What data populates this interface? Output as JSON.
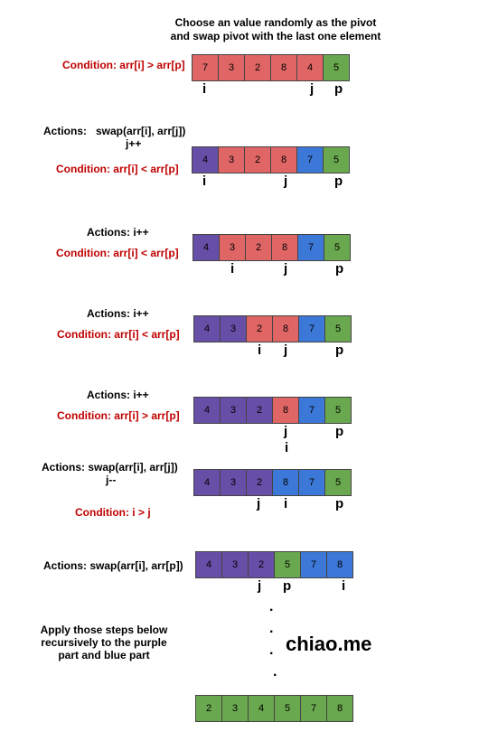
{
  "title_line1": "Choose an value randomly as the pivot",
  "title_line2": "and swap pivot with the last one element",
  "steps": [
    {
      "condition": "Condition: arr[i] > arr[p]",
      "cells": [
        {
          "v": "7",
          "c": "red"
        },
        {
          "v": "3",
          "c": "red"
        },
        {
          "v": "2",
          "c": "red"
        },
        {
          "v": "8",
          "c": "red"
        },
        {
          "v": "4",
          "c": "red"
        },
        {
          "v": "5",
          "c": "green"
        }
      ],
      "pointers": [
        "i",
        "j",
        "p"
      ]
    },
    {
      "action1": "Actions:   swap(arr[i], arr[j])",
      "action2": "j++",
      "condition": "Condition: arr[i] < arr[p]",
      "cells": [
        {
          "v": "4",
          "c": "purple"
        },
        {
          "v": "3",
          "c": "red"
        },
        {
          "v": "2",
          "c": "red"
        },
        {
          "v": "8",
          "c": "red"
        },
        {
          "v": "7",
          "c": "blue"
        },
        {
          "v": "5",
          "c": "green"
        }
      ],
      "pointers": [
        "i",
        "j",
        "p"
      ]
    },
    {
      "action1": "Actions: i++",
      "condition": "Condition: arr[i] < arr[p]",
      "cells": [
        {
          "v": "4",
          "c": "purple"
        },
        {
          "v": "3",
          "c": "red"
        },
        {
          "v": "2",
          "c": "red"
        },
        {
          "v": "8",
          "c": "red"
        },
        {
          "v": "7",
          "c": "blue"
        },
        {
          "v": "5",
          "c": "green"
        }
      ],
      "pointers": [
        "i",
        "j",
        "p"
      ]
    },
    {
      "action1": "Actions: i++",
      "condition": "Condition: arr[i] < arr[p]",
      "cells": [
        {
          "v": "4",
          "c": "purple"
        },
        {
          "v": "3",
          "c": "purple"
        },
        {
          "v": "2",
          "c": "red"
        },
        {
          "v": "8",
          "c": "red"
        },
        {
          "v": "7",
          "c": "blue"
        },
        {
          "v": "5",
          "c": "green"
        }
      ],
      "pointers": [
        "i",
        "j",
        "p"
      ]
    },
    {
      "action1": "Actions: i++",
      "condition": "Condition: arr[i] > arr[p]",
      "cells": [
        {
          "v": "4",
          "c": "purple"
        },
        {
          "v": "3",
          "c": "purple"
        },
        {
          "v": "2",
          "c": "purple"
        },
        {
          "v": "8",
          "c": "red"
        },
        {
          "v": "7",
          "c": "blue"
        },
        {
          "v": "5",
          "c": "green"
        }
      ],
      "pointers": [
        "j",
        "i",
        "p"
      ]
    },
    {
      "action1": "Actions: swap(arr[i], arr[j])",
      "action2": "j--",
      "condition": "Condition: i > j",
      "cells": [
        {
          "v": "4",
          "c": "purple"
        },
        {
          "v": "3",
          "c": "purple"
        },
        {
          "v": "2",
          "c": "purple"
        },
        {
          "v": "8",
          "c": "blue"
        },
        {
          "v": "7",
          "c": "blue"
        },
        {
          "v": "5",
          "c": "green"
        }
      ],
      "pointers": [
        "j",
        "i",
        "p"
      ]
    },
    {
      "action1": "Actions: swap(arr[i], arr[p])",
      "cells": [
        {
          "v": "4",
          "c": "purple"
        },
        {
          "v": "3",
          "c": "purple"
        },
        {
          "v": "2",
          "c": "purple"
        },
        {
          "v": "5",
          "c": "green"
        },
        {
          "v": "7",
          "c": "blue"
        },
        {
          "v": "8",
          "c": "blue"
        }
      ],
      "pointers": [
        "j",
        "p",
        "i"
      ]
    }
  ],
  "recursion_note": [
    "Apply those steps below",
    "recursively to the purple",
    "part and blue part"
  ],
  "watermark": "chiao.me",
  "final_cells": [
    {
      "v": "2",
      "c": "green"
    },
    {
      "v": "3",
      "c": "green"
    },
    {
      "v": "4",
      "c": "green"
    },
    {
      "v": "5",
      "c": "green"
    },
    {
      "v": "7",
      "c": "green"
    },
    {
      "v": "8",
      "c": "green"
    }
  ],
  "colors": {
    "red": "#e06666",
    "green": "#6aa84f",
    "purple": "#674ea7",
    "blue": "#3c78d8",
    "condition_text": "#c00000"
  }
}
